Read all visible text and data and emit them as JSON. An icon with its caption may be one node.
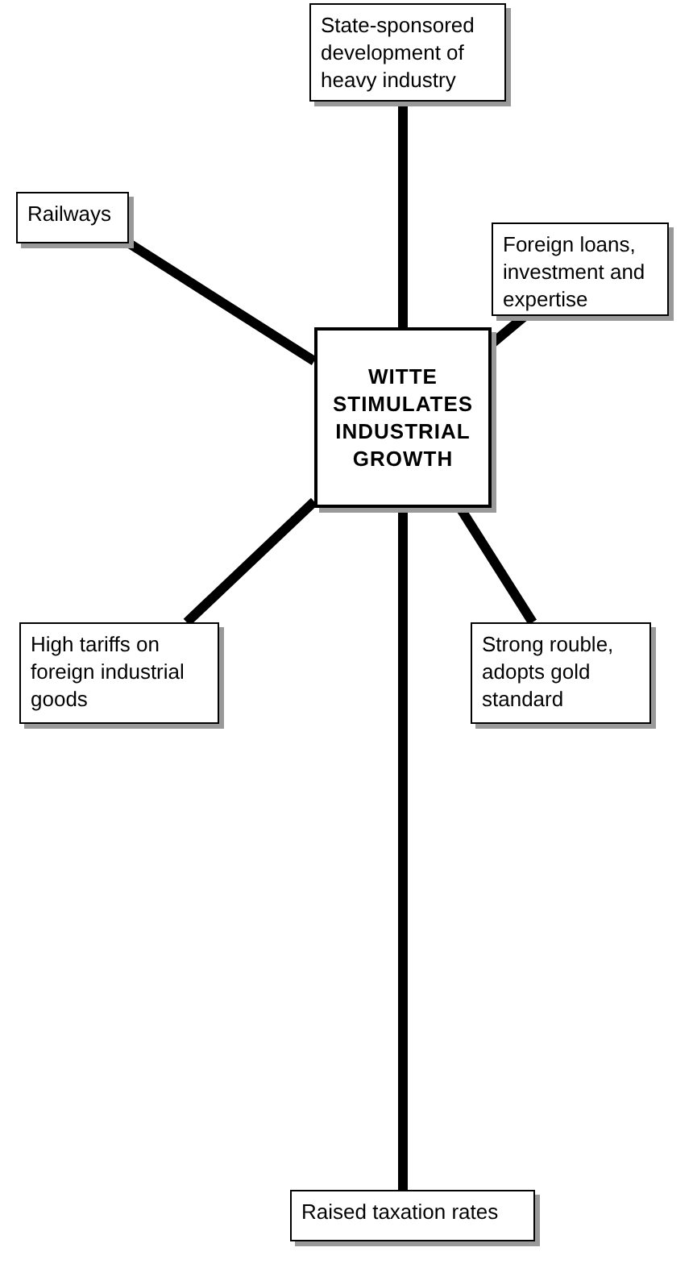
{
  "diagram": {
    "nodes": [
      {
        "text": [
          "State-sponsored development of heavy industry"
        ]
      },
      {
        "text": [
          "Railways"
        ]
      },
      {
        "text": [
          "Foreign loans, investment and expertise"
        ]
      },
      {
        "text": [
          "WITTE STIMULATES INDUSTRIAL GROWTH"
        ]
      },
      {
        "text": [
          "High tariffs on foreign industrial goods"
        ]
      },
      {
        "text": [
          "Strong rouble, adopts gold standard"
        ]
      },
      {
        "text": [
          "Raised taxation rates"
        ]
      }
    ],
    "edges": [
      {
        "from": 3,
        "to": 0,
        "arrow": "none"
      },
      {
        "from": 3,
        "to": 1,
        "arrow": "none"
      },
      {
        "from": 3,
        "to": 2,
        "arrow": "none"
      },
      {
        "from": 3,
        "to": 4,
        "arrow": "none"
      },
      {
        "from": 3,
        "to": 5,
        "arrow": "none"
      },
      {
        "from": 3,
        "to": 6,
        "arrow": "none"
      }
    ]
  }
}
